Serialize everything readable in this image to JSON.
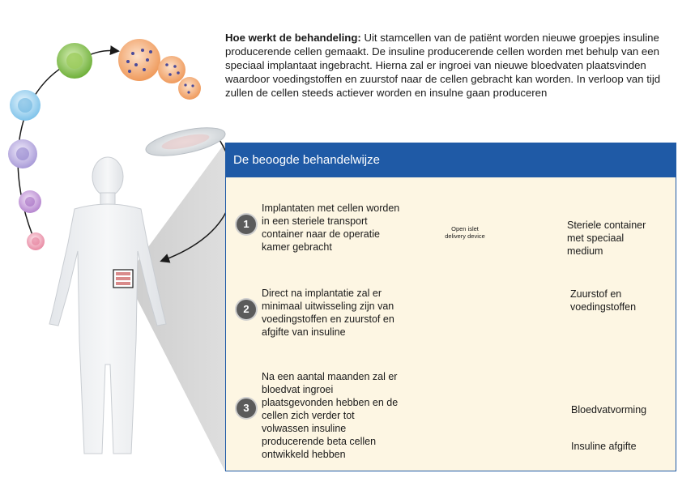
{
  "intro": {
    "bold": "Hoe werkt de behandeling:",
    "text": " Uit stamcellen van de patiënt worden nieuwe groepjes insuline producerende cellen gemaakt. De insuline producerende cellen worden met behulp van een speciaal implantaat ingebracht. Hierna zal er ingroei van nieuwe bloedvaten plaatsvinden waardoor voedingstoffen en zuurstof naar de cellen gebracht kan worden. In verloop van tijd zullen de cellen steeds actiever worden en insulne gaan produceren"
  },
  "panel": {
    "title": "De beoogde behandelwijze",
    "steps": [
      {
        "number": "1",
        "text": "Implantaten met cellen worden in een steriele transport container naar de operatie kamer gebracht"
      },
      {
        "number": "2",
        "text": "Direct na implantatie zal er minimaal uitwisseling zijn van voedingstoffen en zuurstof en afgifte van insuline"
      },
      {
        "number": "3",
        "text": "Na een aantal maanden zal er bloedvat ingroei plaatsgevonden hebben en de cellen zich verder tot volwassen insuline producerende beta cellen ontwikkeld hebben"
      }
    ],
    "container_label_line1": "Open islet",
    "container_label_line2": "delivery device",
    "container_caption": "Steriele container met speciaal medium",
    "exchange_caption": "Zuurstof en voedingstoffen",
    "vessel_caption": "Bloedvatvorming",
    "insulin_caption": "Insuline afgifte"
  },
  "colors": {
    "panel_header": "#1f5aa6",
    "panel_bg": "#fdf6e3",
    "step_badge": "#5b5b5b",
    "vessel": "#b5372e",
    "insulin": "#2db34a"
  }
}
